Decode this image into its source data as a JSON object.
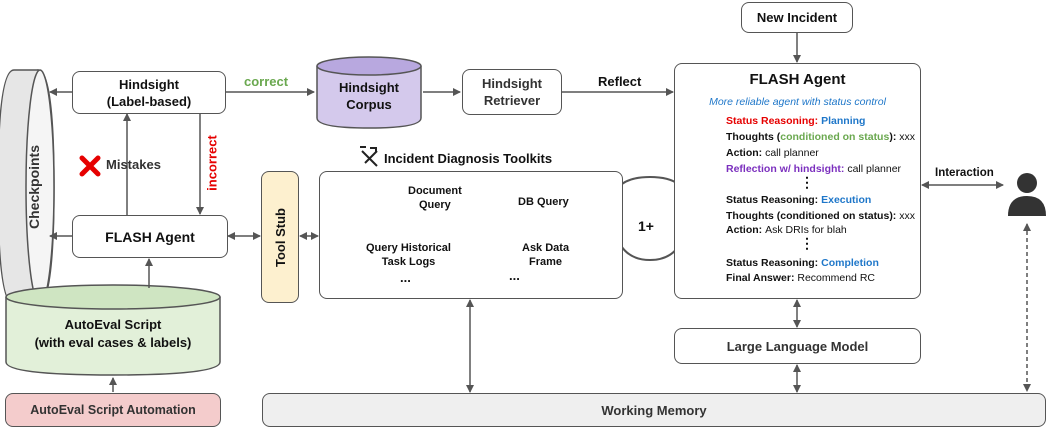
{
  "colors": {
    "green": "#6aa84f",
    "red": "#e60000",
    "blue": "#1f77c9",
    "purple": "#7b2fbe",
    "corpus": "#d4c9ec",
    "eval": "#e2f0d9",
    "automation": "#f4cccc",
    "toolstub": "#fdf0cf",
    "memory": "#efefef",
    "checkpoint": "#e6e6e6"
  },
  "nodes": {
    "checkpoints": "Checkpoints",
    "hindsight_label": [
      "Hindsight",
      "(Label-based)"
    ],
    "corpus": [
      "Hindsight",
      "Corpus"
    ],
    "retriever": [
      "Hindsight",
      "Retriever"
    ],
    "new_incident": "New Incident",
    "flash_left": "FLASH Agent",
    "mistakes": "Mistakes",
    "tool_stub": "Tool Stub",
    "eval_script": [
      "AutoEval Script",
      "(with eval cases & labels)"
    ],
    "automation": "AutoEval Script Automation",
    "toolkits_title": "Incident Diagnosis Toolkits",
    "llm": "Large Language Model",
    "memory": "Working Memory"
  },
  "edges": {
    "correct": "correct",
    "incorrect": "incorrect",
    "reflect": "Reflect",
    "loop": "1+",
    "interaction": "Interaction"
  },
  "toolkits": {
    "document_query": [
      "Document",
      "Query"
    ],
    "db_query": "DB Query",
    "historical_logs": [
      "Query Historical",
      "Task Logs"
    ],
    "ask_df": [
      "Ask Data",
      "Frame"
    ],
    "more": "..."
  },
  "agent": {
    "title": "FLASH Agent",
    "subtitle": "More reliable agent with status control",
    "vdots": "⋮",
    "trace": [
      {
        "a": "Status Reasoning: ",
        "b": "Planning"
      },
      {
        "a": "Thoughts (",
        "b": "conditioned on status",
        "c": "): ",
        "d": "xxx"
      },
      {
        "a": "Action: ",
        "b": "call planner"
      },
      {
        "a": "Reflection w/ hindsight: ",
        "b": "call planner"
      },
      {
        "a": "Status Reasoning: ",
        "b": "Execution"
      },
      {
        "a": "Thoughts (conditioned on status): ",
        "b": "xxx"
      },
      {
        "a": "Action: ",
        "b": "Ask DRIs for blah"
      },
      {
        "a": "Status Reasoning: ",
        "b": "Completion"
      },
      {
        "a": "Final Answer: ",
        "b": "Recommend RC"
      }
    ]
  }
}
